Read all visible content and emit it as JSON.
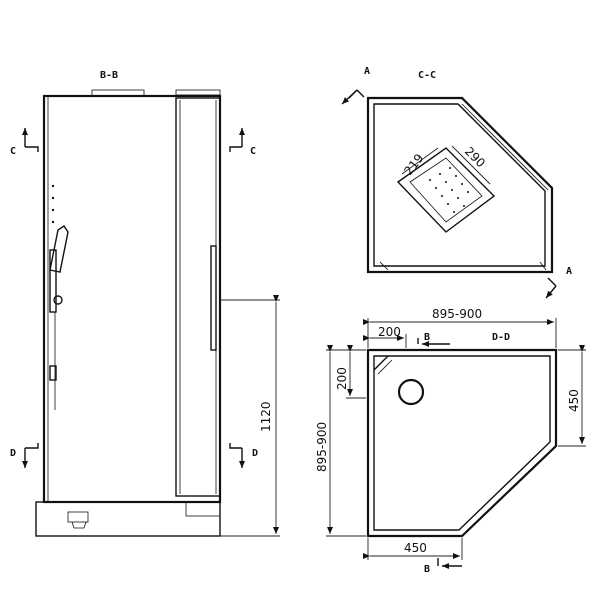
{
  "labels": {
    "section_bb": "B-B",
    "section_cc": "C-C",
    "section_dd": "D-D",
    "marker_c": "C",
    "marker_d": "D",
    "marker_a": "A",
    "marker_b": "B"
  },
  "dimensions": {
    "height_1120": "1120",
    "width_top": "895-900",
    "depth_left": "895-900",
    "corner_200_h": "200",
    "corner_200_v": "200",
    "side_450_right": "450",
    "side_450_bottom": "450",
    "shower_head_219": "219",
    "shower_head_290": "290"
  },
  "colors": {
    "line": "#111111",
    "background": "#ffffff"
  }
}
